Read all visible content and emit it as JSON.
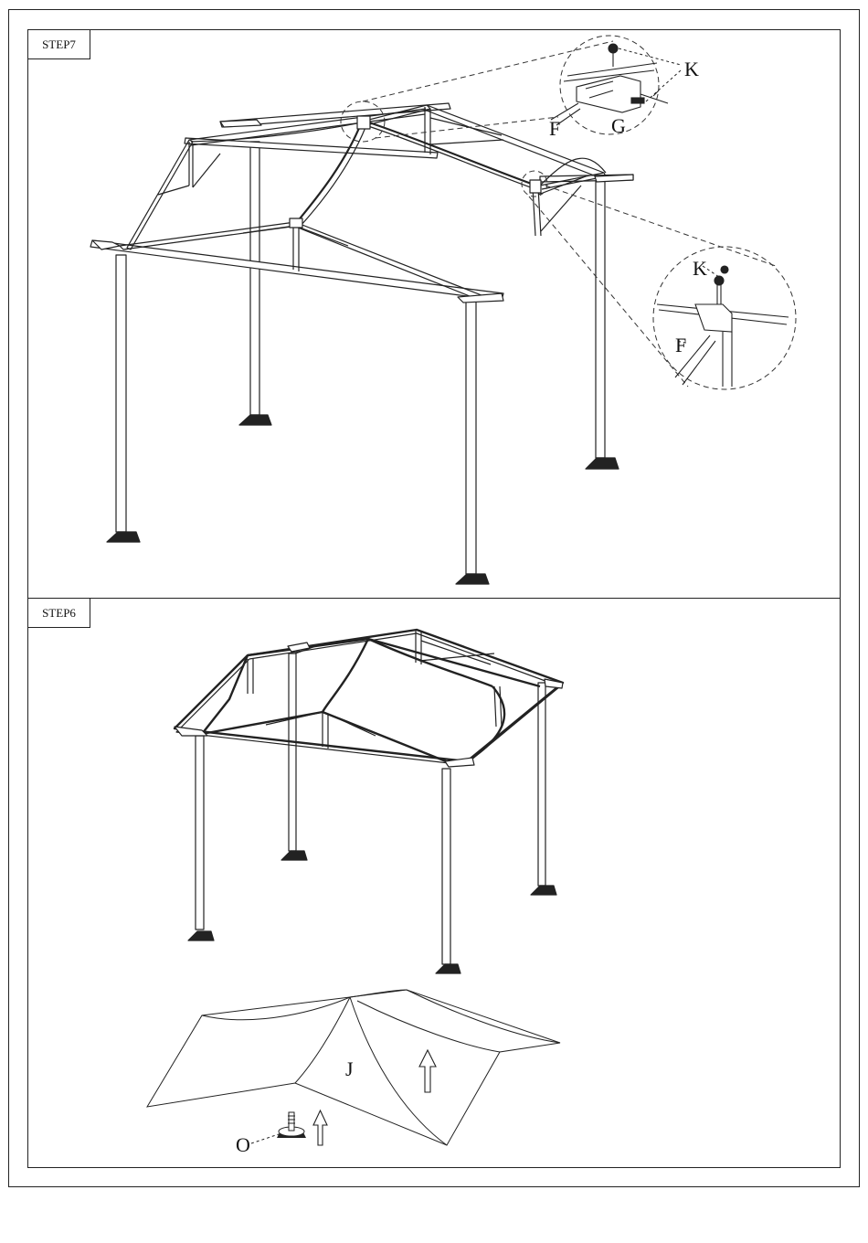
{
  "steps": [
    {
      "tag": "STEP7",
      "callouts": {
        "k_top": "K",
        "f_top": "F",
        "g_top": "G",
        "k_bottom": "K",
        "f_bottom": "F"
      }
    },
    {
      "tag": "STEP6",
      "callouts": {
        "j": "J",
        "o": "O"
      }
    }
  ]
}
